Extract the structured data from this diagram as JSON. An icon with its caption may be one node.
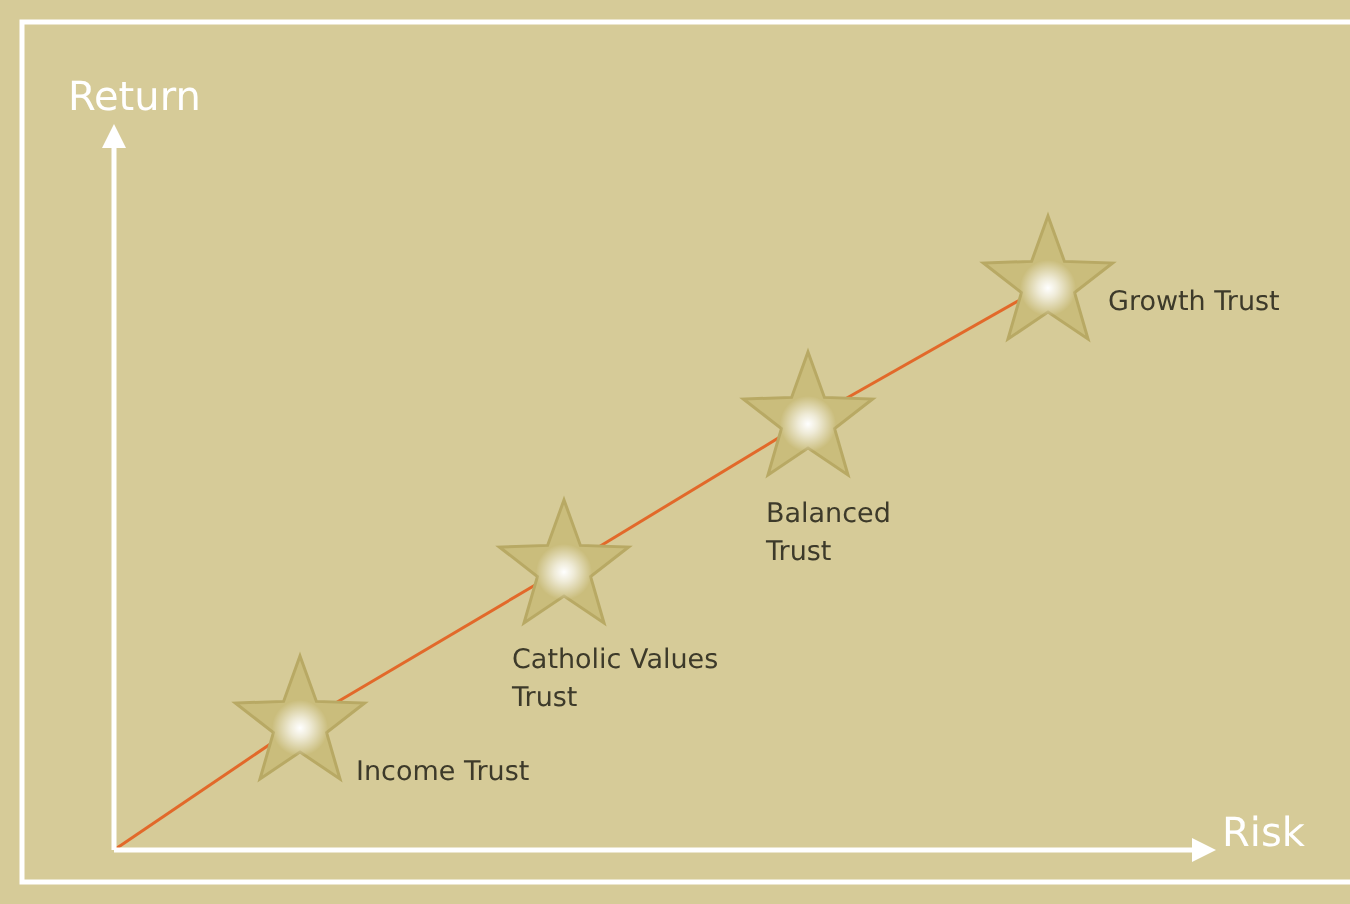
{
  "diagram": {
    "nodes": [
      {
        "text": [],
        "shape": "star",
        "beside": [
          "Income Trust"
        ]
      },
      {
        "text": [],
        "shape": "star",
        "beside": [
          "Catholic Values Trust"
        ]
      },
      {
        "text": [],
        "shape": "star",
        "beside": [
          "Balanced Trust"
        ]
      },
      {
        "text": [],
        "shape": "star",
        "beside": [
          "Growth Trust"
        ]
      }
    ],
    "edges": [
      {
        "from": null,
        "to": 0,
        "arrow": "none",
        "color": "#e2692a"
      },
      {
        "from": 0,
        "to": 1,
        "arrow": "none",
        "color": "#e2692a"
      },
      {
        "from": 1,
        "to": 2,
        "arrow": "none",
        "color": "#e2692a"
      },
      {
        "from": 2,
        "to": 3,
        "arrow": "none",
        "color": "#e2692a"
      }
    ],
    "labels": [
      "Return",
      "Risk"
    ]
  }
}
